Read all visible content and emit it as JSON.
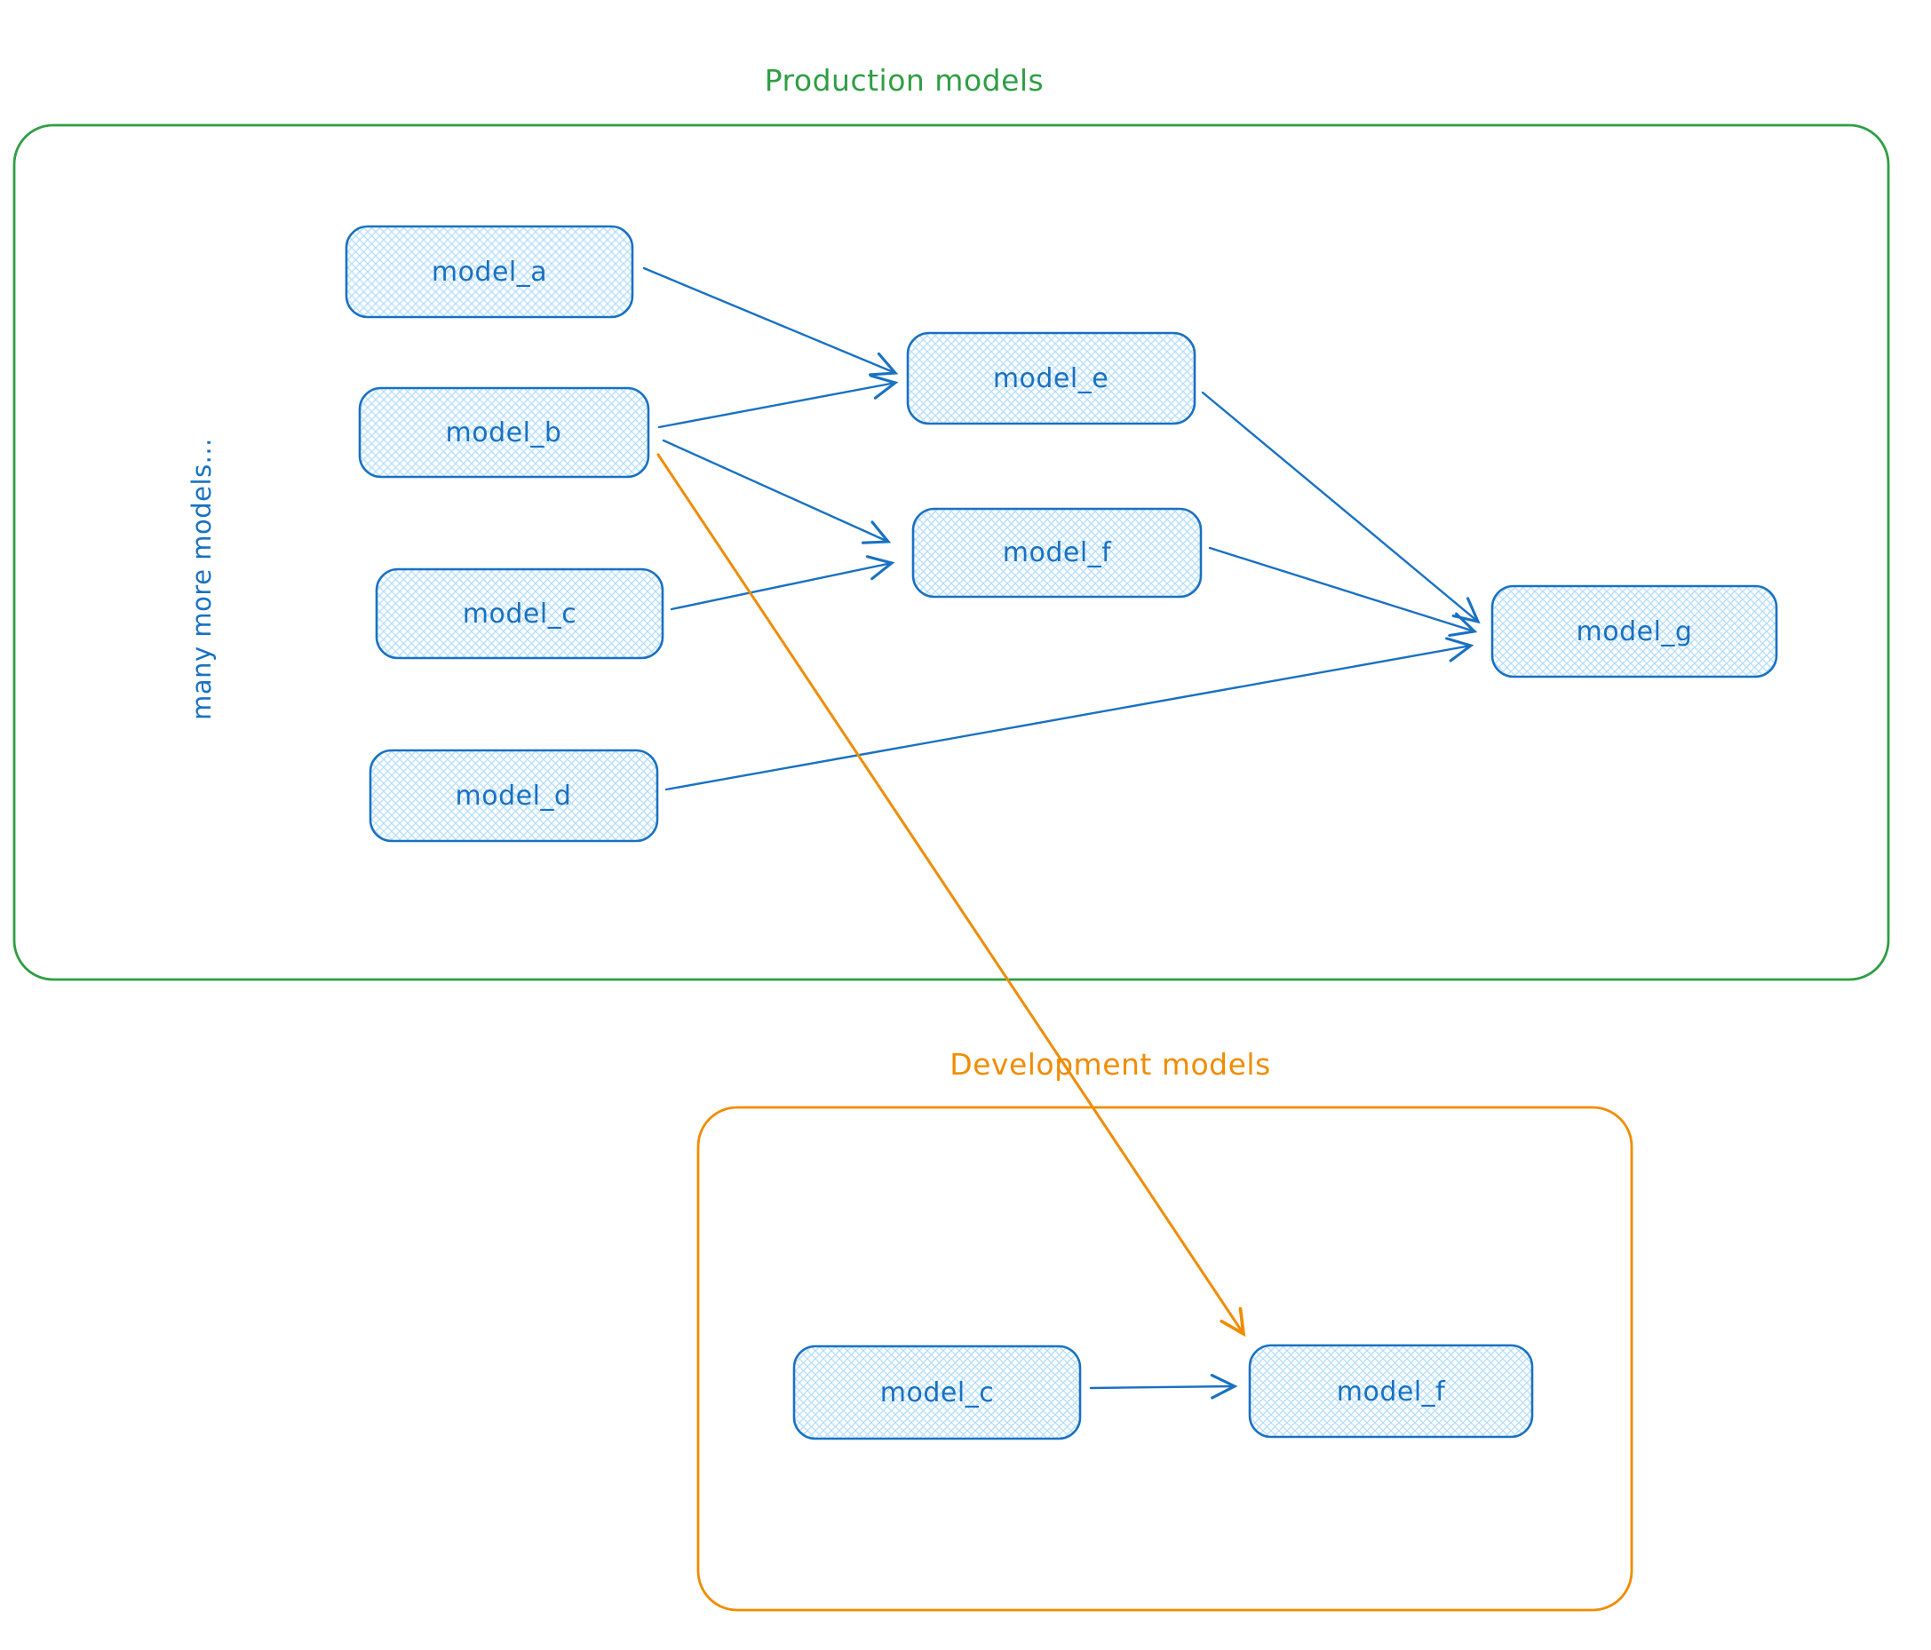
{
  "production": {
    "title": "Production models",
    "side_note": "many more models...",
    "nodes": {
      "model_a": "model_a",
      "model_b": "model_b",
      "model_c": "model_c",
      "model_d": "model_d",
      "model_e": "model_e",
      "model_f": "model_f",
      "model_g": "model_g"
    },
    "edges": [
      "model_a -> model_e",
      "model_b -> model_e",
      "model_b -> model_f",
      "model_c -> model_f",
      "model_e -> model_g",
      "model_f -> model_g",
      "model_d -> model_g"
    ]
  },
  "development": {
    "title": "Development models",
    "nodes": {
      "model_c": "model_c",
      "model_f": "model_f"
    },
    "edges": [
      "model_c -> model_f"
    ]
  },
  "cross_container_edges": [
    {
      "from": "production.model_b",
      "to": "development.model_f",
      "color": "#f08c00"
    }
  ],
  "colors": {
    "node_stroke": "#1971c2",
    "node_fill": "#a5d8ff",
    "node_text": "#1971c2",
    "production_border": "#2f9e44",
    "production_title": "#2f9e44",
    "development_border": "#f08c00",
    "development_title": "#f08c00",
    "arrow": "#1971c2",
    "cross_arrow": "#f08c00"
  }
}
